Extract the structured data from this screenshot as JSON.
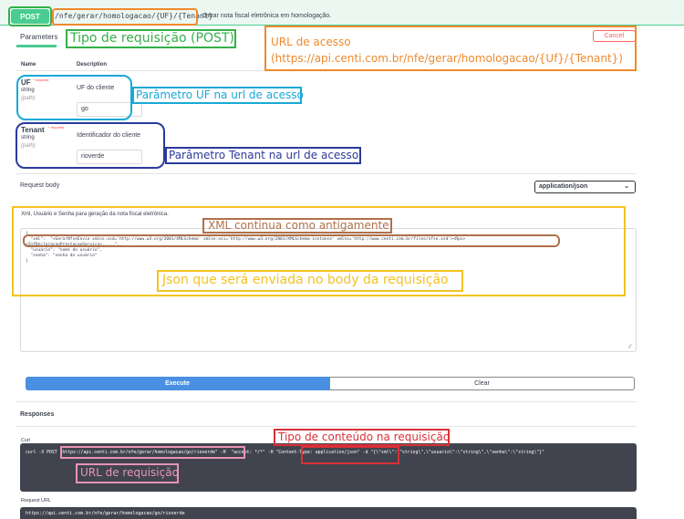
{
  "operation": {
    "method": "POST",
    "path": "/nfe/gerar/homologacao/{UF}/{Tenant}",
    "summary": "Gerar nota fiscal eletrônica em homologação."
  },
  "tabs": {
    "parameters": "Parameters",
    "cancel": "Cancel"
  },
  "columns": {
    "name": "Name",
    "description": "Description"
  },
  "params": [
    {
      "name": "UF",
      "required": "* required",
      "type": "string",
      "in": "(path)",
      "description": "UF do cliente",
      "value": "go"
    },
    {
      "name": "Tenant",
      "required": "* required",
      "type": "string",
      "in": "(path)",
      "description": "Identificador do cliente",
      "value": "rioverde"
    }
  ],
  "request_body": {
    "label": "Request body",
    "content_type": "application/json",
    "description": "Xml, Usuário e Senha para geração da nota fiscal eletrônica.",
    "code_lines": [
      "{",
      "  \"xml\":  \"<GerarNfseEnvio xmlns:xsd='http://www.w3.org/2001/XMLSchema' xmlns:xsi='http://www.w3.org/2001/XMLSchema-instance' xmlns='http://www.centi.com.br/files/nfse.xsd'><Rps>",
      "<InfDeclaracaoPrestacaoServico>.....\",",
      "  \"usuario\": \"nome do usuário\",",
      "  \"senha\": \"senha do usuário\"",
      "}"
    ]
  },
  "actions": {
    "execute": "Execute",
    "clear": "Clear"
  },
  "responses": {
    "title": "Responses",
    "curl_label": "Curl",
    "curl_prefix": "curl -X POST ",
    "curl_url": "\"https://api.centi.com.br/nfe/gerar/homologacao/go/rioverde\"",
    "curl_accept": " -H  \"accept: */*\" -H ",
    "curl_content_type": "\"Content-Type: application/json\"",
    "curl_data": " -d \"{\\\"xml\\\":\\\"string\\\",\\\"usuario\\\":\\\"string\\\",\\\"senha\\\":\\\"string\\\"}\"",
    "request_url_label": "Request URL",
    "request_url": "https://api.centi.com.br/nfe/gerar/homologacao/go/rioverde"
  },
  "annotations": {
    "method": "Tipo de requisição (POST)",
    "url_title": "URL de acesso",
    "url_value": "(https://api.centi.com.br/nfe/gerar/homologacao/{Uf}/{Tenant})",
    "uf": "Parâmetro UF na url de acesso",
    "tenant": "Parâmetro Tenant na url de acesso",
    "xml": "XML continua como antigamente",
    "json": "Json que será enviada no body da requisição",
    "content_type": "Tipo de conteúdo na requisição",
    "request_url": "URL de requisição"
  },
  "colors": {
    "green": "#33b04a",
    "orange": "#ee8a2d",
    "cyan": "#19a9d8",
    "navy": "#2b3a9b",
    "brown": "#b0704a",
    "yellow": "#f4c221",
    "red": "#d93038",
    "pink": "#e894b4",
    "post": "#49cc90",
    "execute": "#4990e2"
  }
}
